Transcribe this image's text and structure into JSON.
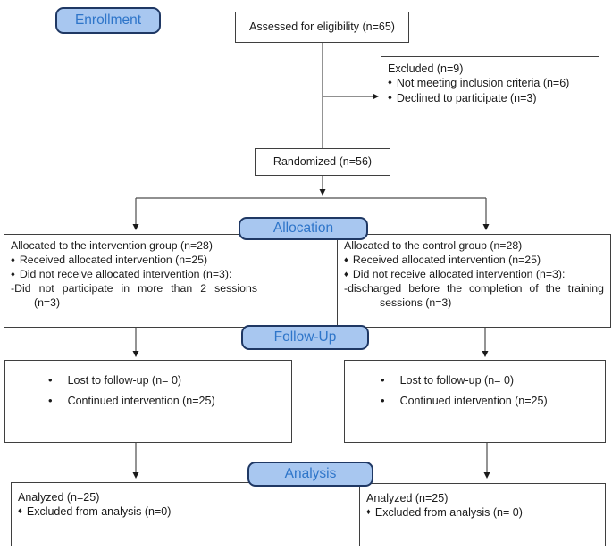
{
  "stages": {
    "enrollment": "Enrollment",
    "allocation": "Allocation",
    "followup": "Follow-Up",
    "analysis": "Analysis"
  },
  "bullets": {
    "round": "•",
    "diamond": "♦"
  },
  "colors": {
    "stage_fill": "#a8c7f0",
    "stage_border": "#1f3864",
    "stage_text": "#2e75c9",
    "box_border": "#3f3f3f",
    "connector": "#4d4d4d"
  },
  "boxes": {
    "assessed": {
      "text": "Assessed for eligibility (n=65)"
    },
    "excluded": {
      "title": "Excluded (n=9)",
      "items": [
        "Not meeting inclusion criteria (n=6)",
        "Declined to participate (n=3)"
      ]
    },
    "randomized": {
      "text": "Randomized (n=56)"
    },
    "alloc_left": {
      "title": "Allocated to the intervention group (n=28)",
      "items": [
        "Received allocated intervention (n=25)",
        "Did not receive allocated intervention (n=3):"
      ],
      "note_line1": "-Did not participate in more than 2 sessions",
      "note_line2": "(n=3)"
    },
    "alloc_right": {
      "title": "Allocated to the control group (n=28)",
      "items": [
        "Received allocated intervention (n=25)",
        "Did not receive allocated intervention (n=3):"
      ],
      "note_line1": "-discharged before the completion of the training",
      "note_line2": "sessions (n=3)"
    },
    "followup_left": {
      "items": [
        "Lost to follow-up (n= 0)",
        "Continued intervention (n=25)"
      ]
    },
    "followup_right": {
      "items": [
        "Lost to follow-up (n= 0)",
        "Continued intervention (n=25)"
      ]
    },
    "analysis_left": {
      "title": "Analyzed (n=25)",
      "items": [
        "Excluded from analysis (n=0)"
      ]
    },
    "analysis_right": {
      "title": "Analyzed (n=25)",
      "items": [
        "Excluded from analysis (n= 0)"
      ]
    }
  }
}
